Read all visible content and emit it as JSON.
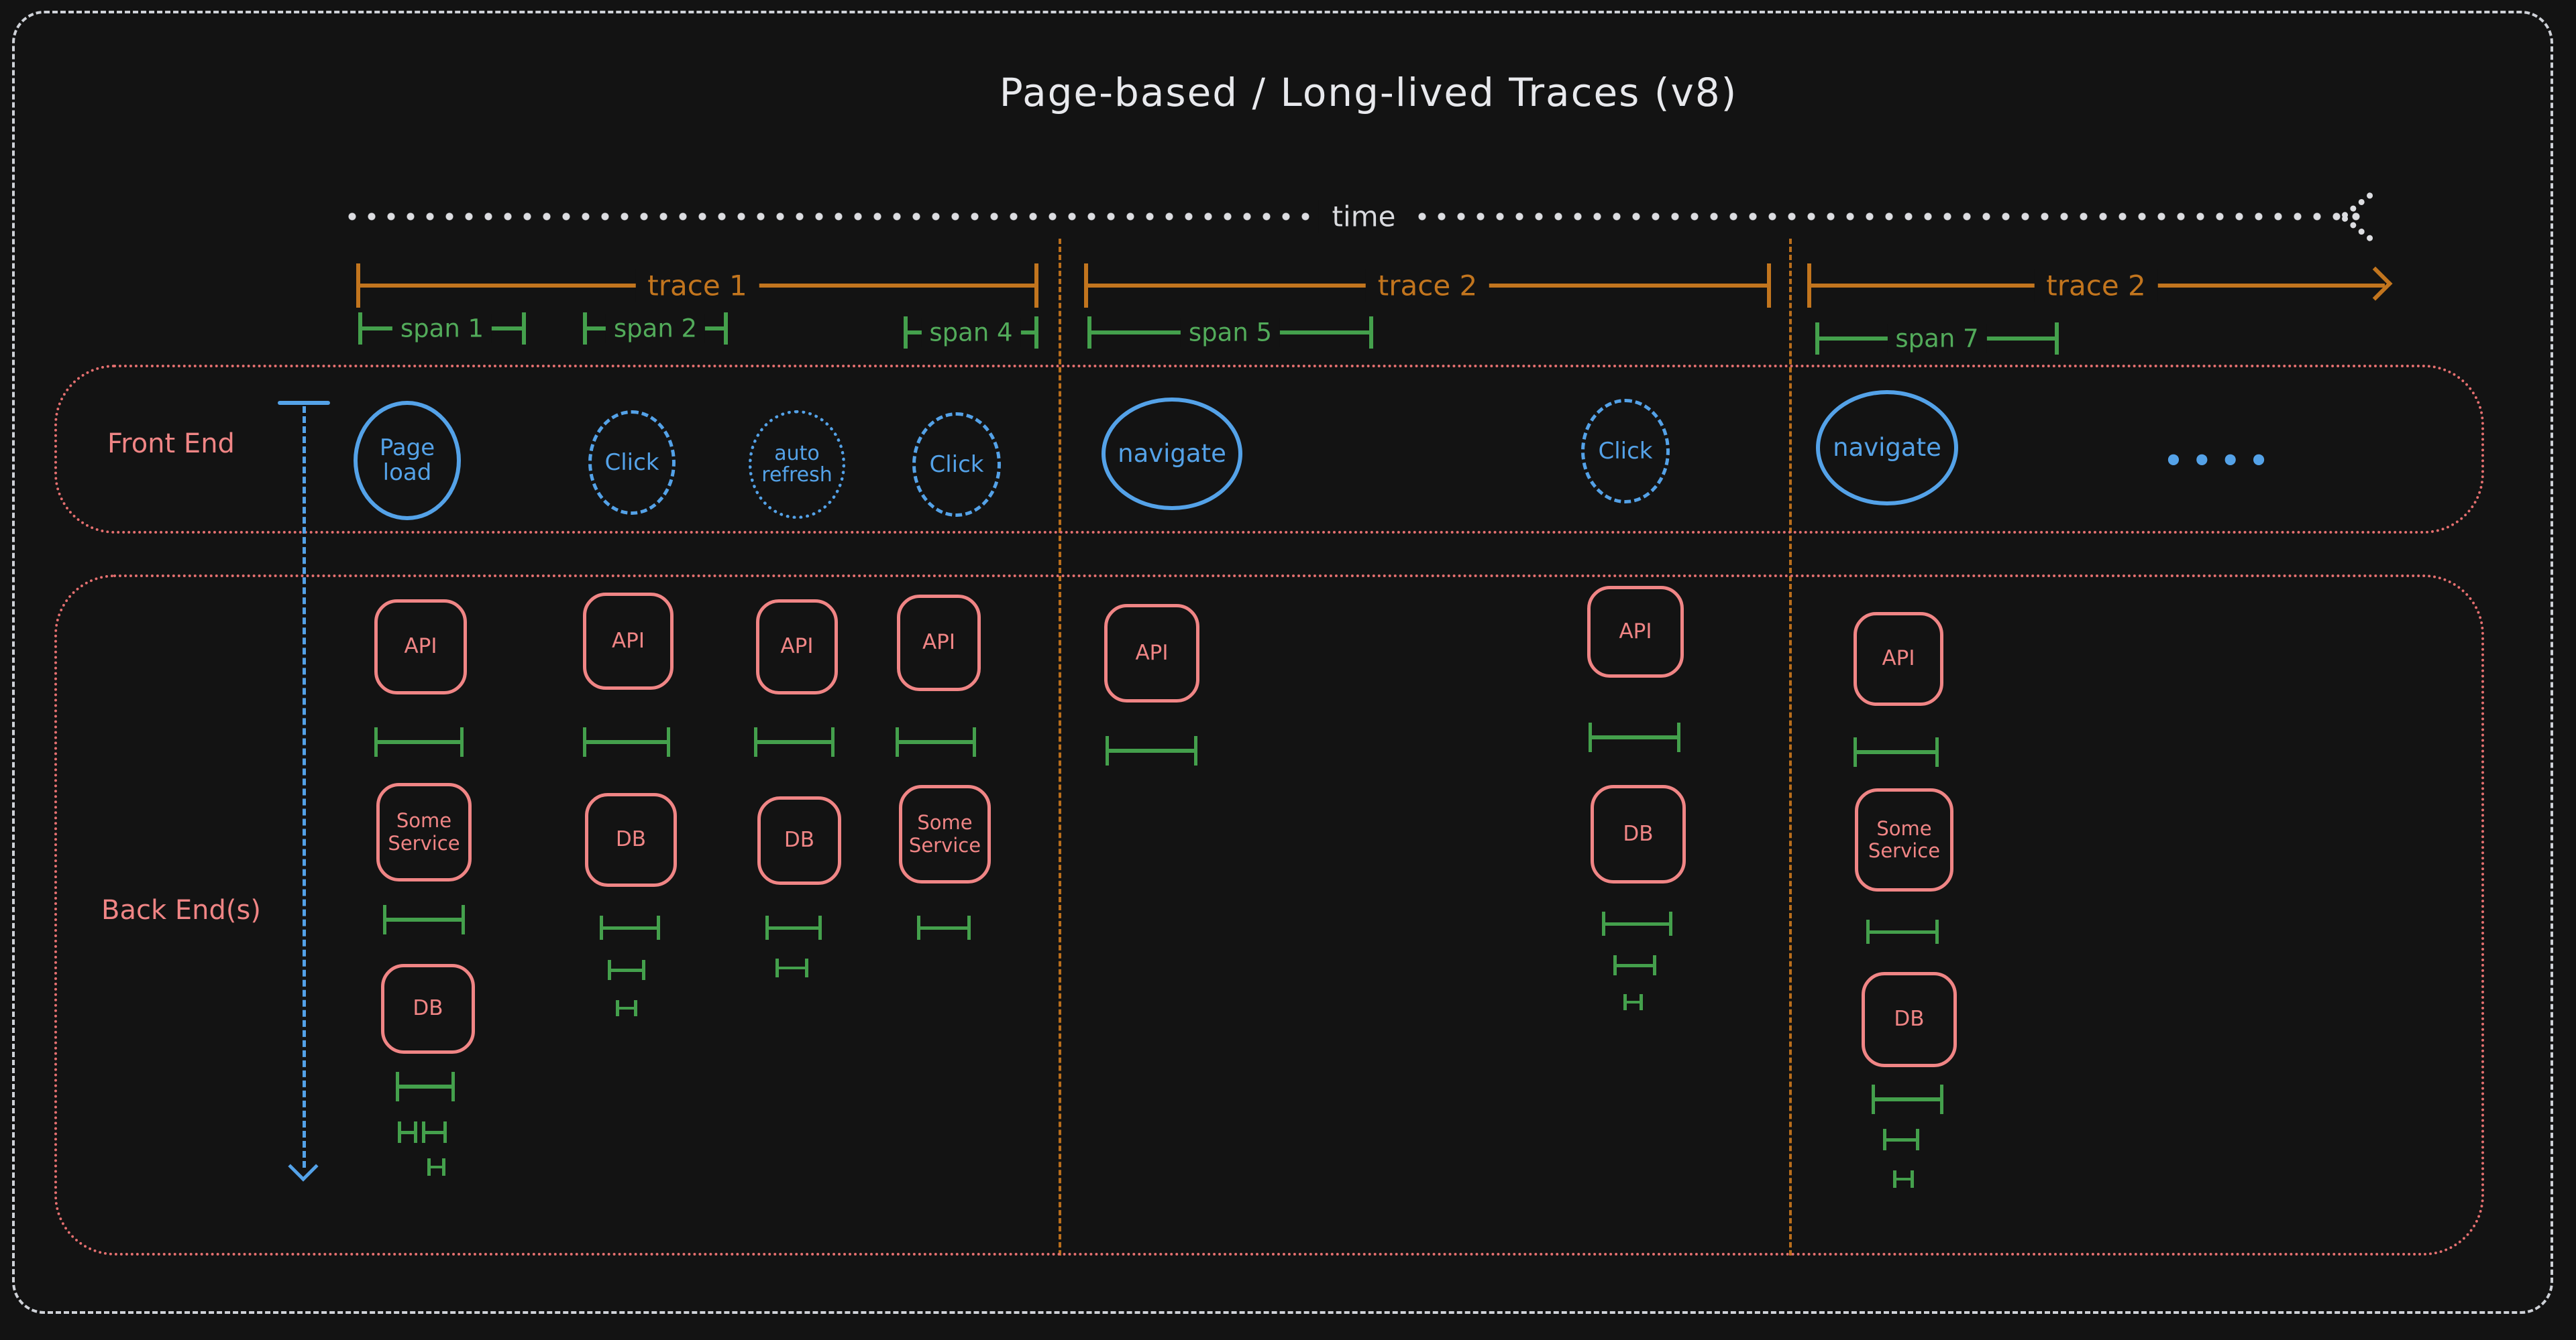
{
  "title": "Page-based / Long-lived Traces (v8)",
  "time_axis": {
    "label": "time"
  },
  "traces": [
    {
      "label": "trace 1"
    },
    {
      "label": "trace 2"
    },
    {
      "label": "trace 2"
    }
  ],
  "spans": [
    {
      "label": "span 1"
    },
    {
      "label": "span 2"
    },
    {
      "label": "span 4"
    },
    {
      "label": "span 5"
    },
    {
      "label": "span 7"
    }
  ],
  "lanes": {
    "frontend": "Front End",
    "backend": "Back End(s)"
  },
  "frontend_events": [
    {
      "label": "Page load",
      "outline": "solid"
    },
    {
      "label": "Click",
      "outline": "dashed"
    },
    {
      "label": "auto refresh",
      "outline": "dotted"
    },
    {
      "label": "Click",
      "outline": "dashed"
    },
    {
      "label": "navigate",
      "outline": "solid"
    },
    {
      "label": "Click",
      "outline": "dashed"
    },
    {
      "label": "navigate",
      "outline": "solid"
    }
  ],
  "ellipsis": "••••",
  "backend_labels": {
    "api": "API",
    "some_service": "Some Service",
    "db": "DB"
  },
  "colors": {
    "background": "#131313",
    "ink": "#e8e9ed",
    "orange": "#c2751e",
    "green": "#44a04c",
    "green_text": "#52ab5a",
    "blue": "#54a2e8",
    "salmon": "#f08585",
    "lane_border": "#e57070"
  }
}
